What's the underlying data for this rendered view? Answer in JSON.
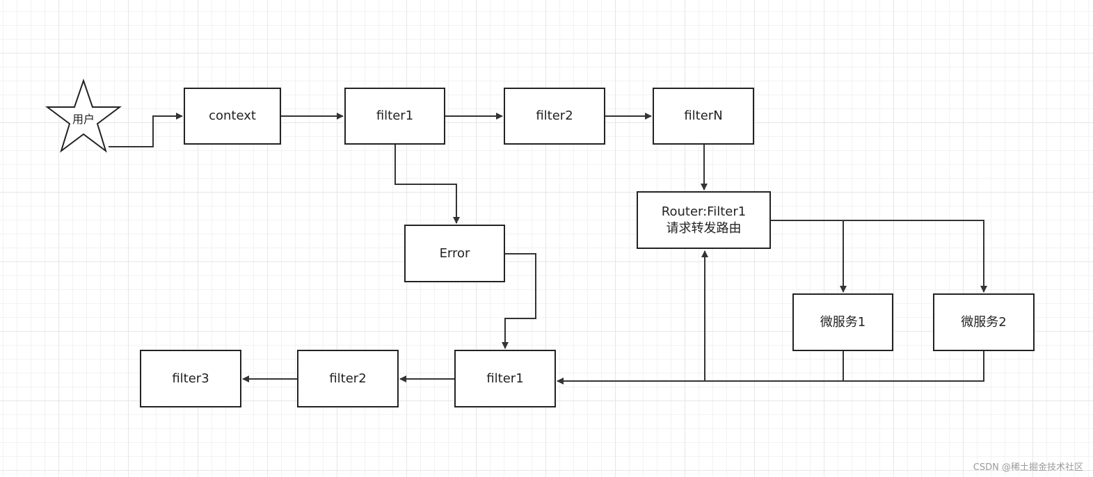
{
  "diagram": {
    "start": {
      "label": "用户"
    },
    "nodes": {
      "context": "context",
      "filter1_top": "filter1",
      "filter2_top": "filter2",
      "filterN": "filterN",
      "router_line1": "Router:Filter1",
      "router_line2": "请求转发路由",
      "error": "Error",
      "service1": "微服务1",
      "service2": "微服务2",
      "filter1_bottom": "filter1",
      "filter2_bottom": "filter2",
      "filter3": "filter3"
    },
    "edges": [
      {
        "from": "用户",
        "to": "context"
      },
      {
        "from": "context",
        "to": "filter1"
      },
      {
        "from": "filter1",
        "to": "filter2"
      },
      {
        "from": "filter2",
        "to": "filterN"
      },
      {
        "from": "filterN",
        "to": "Router:Filter1"
      },
      {
        "from": "filter1",
        "to": "Error"
      },
      {
        "from": "Error",
        "to": "filter1 (bottom)"
      },
      {
        "from": "Router:Filter1",
        "to": "微服务1"
      },
      {
        "from": "Router:Filter1",
        "to": "微服务2"
      },
      {
        "from": "微服务1",
        "to": "Router:Filter1"
      },
      {
        "from": "微服务2",
        "to": "filter1 (bottom)"
      },
      {
        "from": "filter1 (bottom)",
        "to": "filter2 (bottom)"
      },
      {
        "from": "filter2 (bottom)",
        "to": "filter3"
      }
    ]
  },
  "watermark": "CSDN @稀土掘金技术社区"
}
